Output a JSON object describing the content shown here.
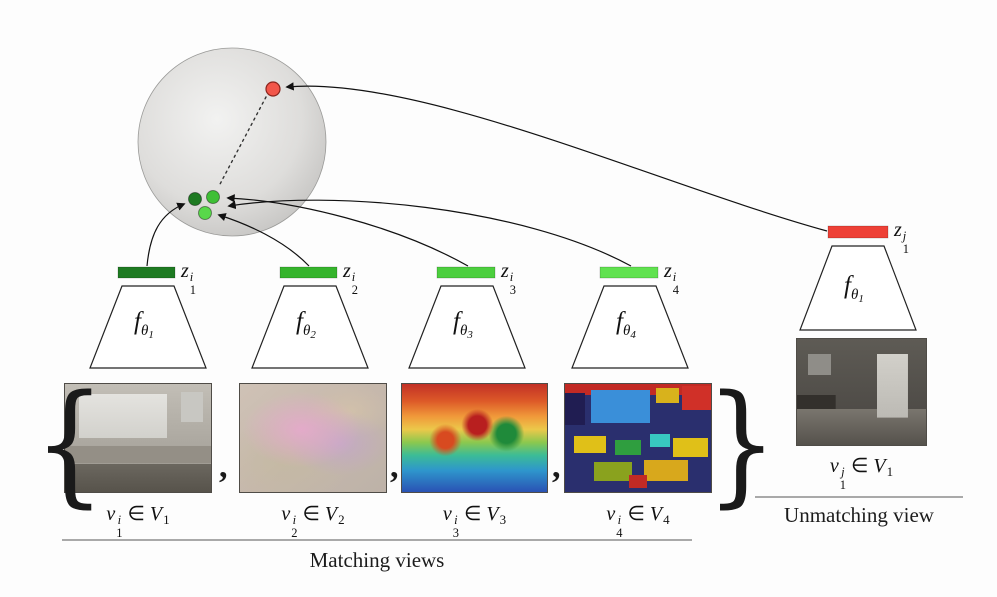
{
  "figure": {
    "matching_caption": "Matching views",
    "unmatching_caption": "Unmatching view",
    "brace_left": "{",
    "brace_right": "}",
    "comma": ","
  },
  "sphere": {
    "fill": "#dedddb",
    "anchor_color": "#f2564a",
    "dot_colors": [
      "#1e7a22",
      "#3fbf36",
      "#58d84a"
    ]
  },
  "embeddings": [
    {
      "base": "z",
      "sup": "i",
      "sub": "1",
      "color": "#1e7a22"
    },
    {
      "base": "z",
      "sup": "i",
      "sub": "2",
      "color": "#35b42c"
    },
    {
      "base": "z",
      "sup": "i",
      "sub": "3",
      "color": "#4ccf3e"
    },
    {
      "base": "z",
      "sup": "i",
      "sub": "4",
      "color": "#60e24f"
    }
  ],
  "unmatching_embedding": {
    "base": "z",
    "sup": "j",
    "sub": "1",
    "color": "#ee4036"
  },
  "encoders": [
    {
      "base": "f",
      "theta": "θ",
      "index": "1"
    },
    {
      "base": "f",
      "theta": "θ",
      "index": "2"
    },
    {
      "base": "f",
      "theta": "θ",
      "index": "3"
    },
    {
      "base": "f",
      "theta": "θ",
      "index": "4"
    }
  ],
  "unmatching_encoder": {
    "base": "f",
    "theta": "θ",
    "index": "1"
  },
  "views": [
    {
      "base": "v",
      "sup": "i",
      "sub": "1",
      "elem": "∈",
      "set": "V",
      "set_sub": "1"
    },
    {
      "base": "v",
      "sup": "i",
      "sub": "2",
      "elem": "∈",
      "set": "V",
      "set_sub": "2"
    },
    {
      "base": "v",
      "sup": "i",
      "sub": "3",
      "elem": "∈",
      "set": "V",
      "set_sub": "3"
    },
    {
      "base": "v",
      "sup": "i",
      "sub": "4",
      "elem": "∈",
      "set": "V",
      "set_sub": "4"
    }
  ],
  "unmatching_view": {
    "base": "v",
    "sup": "j",
    "sub": "1",
    "elem": "∈",
    "set": "V",
    "set_sub": "1"
  }
}
